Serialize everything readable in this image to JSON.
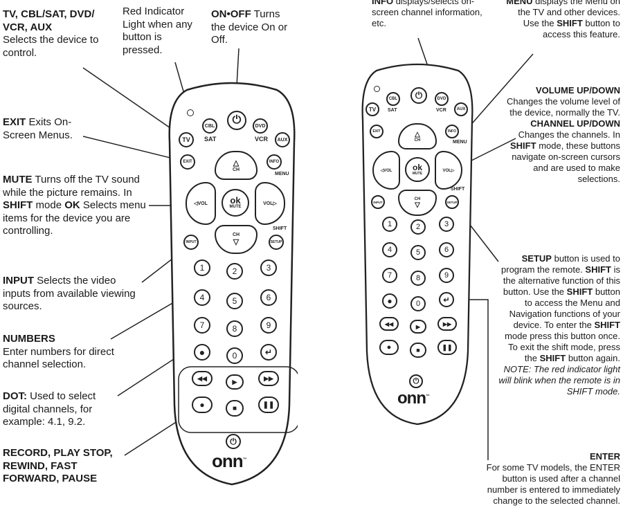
{
  "annotations": {
    "tv_cbl": {
      "title": "TV, CBL/SAT, DVD/ VCR, AUX",
      "text": "Selects the device to control."
    },
    "red_light": {
      "text": "Red Indicator Light when any button is pressed."
    },
    "on_off": {
      "title": "ON•OFF",
      "text": "Turns the device On or Off."
    },
    "exit": {
      "title": "EXIT",
      "text": "Exits On-Screen Menus."
    },
    "mute": {
      "title": "MUTE",
      "text1": "Turns off the TV sound while the picture remains. In",
      "shift": "SHIFT",
      "text2": "mode",
      "ok": "OK",
      "text3": "Selects menu items for the device you are controlling."
    },
    "input": {
      "title": "INPUT",
      "text": "Selects the video inputs from available viewing sources."
    },
    "numbers": {
      "title": "NUMBERS",
      "text": "Enter numbers for direct channel selection."
    },
    "dot": {
      "title": "DOT:",
      "text": "Used to select digital channels, for example: 4.1, 9.2."
    },
    "record": {
      "title": "RECORD, PLAY STOP, REWIND, FAST FORWARD, PAUSE"
    },
    "info": {
      "title": "INFO",
      "text": "displays/selects on-screen channel information, etc."
    },
    "menu": {
      "title": "MENU",
      "text1": "displays the Menu on the TV and other devices. Use the",
      "shift": "SHIFT",
      "text2": "button to access this feature."
    },
    "volume": {
      "title": "VOLUME UP/DOWN",
      "text": "Changes the volume level of the device, normally the TV."
    },
    "channel": {
      "title": "CHANNEL UP/DOWN",
      "text1": "Changes the channels. In",
      "shift": "SHIFT",
      "text2": "mode, these buttons navigate on-screen cursors and are used to make selections."
    },
    "setup": {
      "title": "SETUP",
      "text1": "button is used to program the remote.",
      "shift": "SHIFT",
      "text2": "is the alternative function of this button. Use the",
      "shift2": "SHIFT",
      "text3": "button to access the Menu and Navigation functions of your device. To enter the",
      "shift3": "SHIFT",
      "text4": "mode press this button once. To exit the shift mode, press the",
      "shift4": "SHIFT",
      "text5": "button again.",
      "note": "NOTE: The red indicator light will blink when the remote is in SHIFT mode."
    },
    "enter": {
      "title": "ENTER",
      "text": "For some TV models, the ENTER button is used after a channel number is entered to immediately change to the selected channel."
    }
  },
  "remote": {
    "tv": "TV",
    "cbl": "CBL",
    "sat": "SAT",
    "dvd": "DVD",
    "vcr": "VCR",
    "aux": "AUX",
    "exit": "EXIT",
    "info": "INFO",
    "menu": "MENU",
    "ch": "CH",
    "vol_left": "◁VOL",
    "vol_right": "VOL▷",
    "ok": "ok",
    "mute": "MUTE",
    "input": "INPUT",
    "setup": "SETUP",
    "shift": "SHIFT",
    "digits": [
      "1",
      "2",
      "3",
      "4",
      "5",
      "6",
      "7",
      "8",
      "9"
    ],
    "zero": "0",
    "brand": "onn",
    "tm": "™",
    "power_icon": "power-icon",
    "enter_icon": "enter-arrow-icon",
    "dot_icon": "dot-icon",
    "rewind_icon": "rewind-icon",
    "play_icon": "play-icon",
    "ffwd_icon": "fast-forward-icon",
    "record_icon": "record-icon",
    "stop_icon": "stop-icon",
    "pause_icon": "pause-icon"
  }
}
